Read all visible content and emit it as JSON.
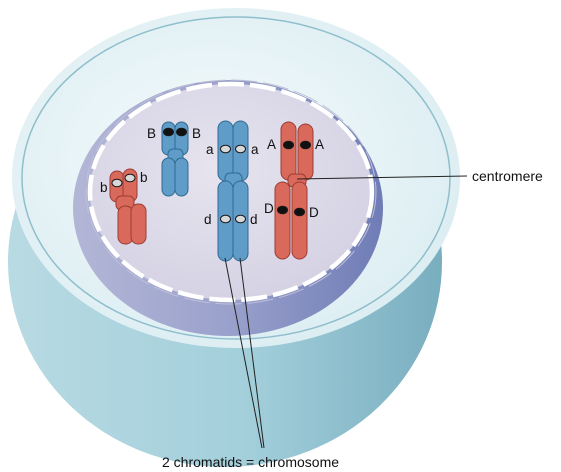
{
  "labels": {
    "centromere": "centromere",
    "chromatids": "2 chromatids = chromosome"
  },
  "alleles": {
    "B": "B",
    "a": "a",
    "A": "A",
    "b": "b",
    "d": "d",
    "D": "D"
  },
  "colors": {
    "blue_chromosome": "#5f9cc8",
    "red_chromosome": "#d9695a",
    "cell_outer": "#9fcad6",
    "nucleus": "#c9c6dd"
  }
}
